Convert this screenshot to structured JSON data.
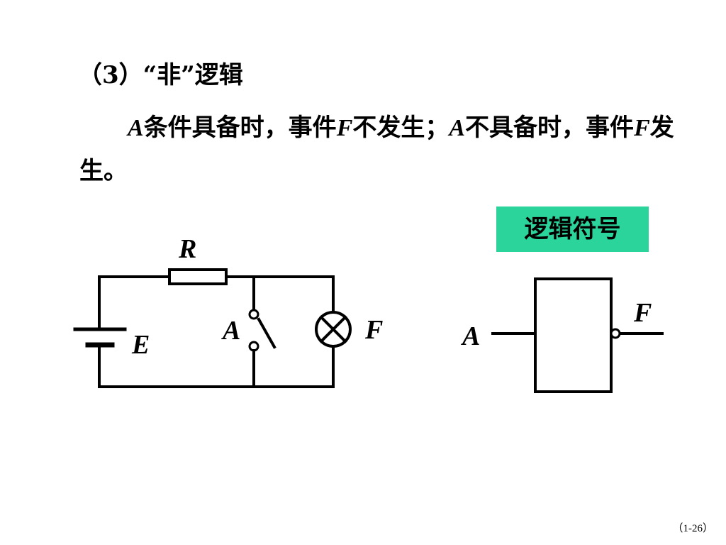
{
  "heading": {
    "number": "（3）",
    "title": "“非”逻辑"
  },
  "paragraph": [
    {
      "text": "A",
      "italic": true
    },
    {
      "text": "条件具备时，事件"
    },
    {
      "text": "F",
      "italic": true
    },
    {
      "text": "不发生；"
    },
    {
      "text": "A",
      "italic": true
    },
    {
      "text": "不具备时，事件"
    },
    {
      "text": "F",
      "italic": true
    },
    {
      "text": "发生。"
    }
  ],
  "symbol_box": {
    "label": "逻辑符号",
    "color": "#2bd49b"
  },
  "circuit": {
    "resistor_label": "R",
    "battery_label": "E",
    "switch_label": "A",
    "lamp_label": "F"
  },
  "gate": {
    "input_label": "A",
    "output_label": "F"
  },
  "page_number": "（1-26）"
}
